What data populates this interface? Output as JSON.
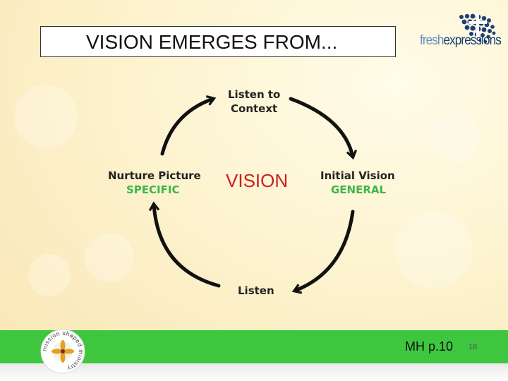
{
  "slide": {
    "title": "VISION EMERGES FROM...",
    "page_number": "18"
  },
  "logo": {
    "brand_prefix": "fresh",
    "brand_suffix": "expressions"
  },
  "cycle": {
    "center": "VISION",
    "top_line1": "Listen to",
    "top_line2": "Context",
    "right_line1": "Initial Vision",
    "right_line2": "GENERAL",
    "bottom": "Listen",
    "left_line1": "Nurture Picture",
    "left_line2": "SPECIFIC"
  },
  "footer": {
    "reference": "MH p.10",
    "badge_text": "mission shaped ministry"
  },
  "colors": {
    "footer_green": "#3ec73e",
    "label_green": "#3cb64a",
    "vision_red": "#cc1f1f",
    "logo_navy": "#1a3c78"
  }
}
